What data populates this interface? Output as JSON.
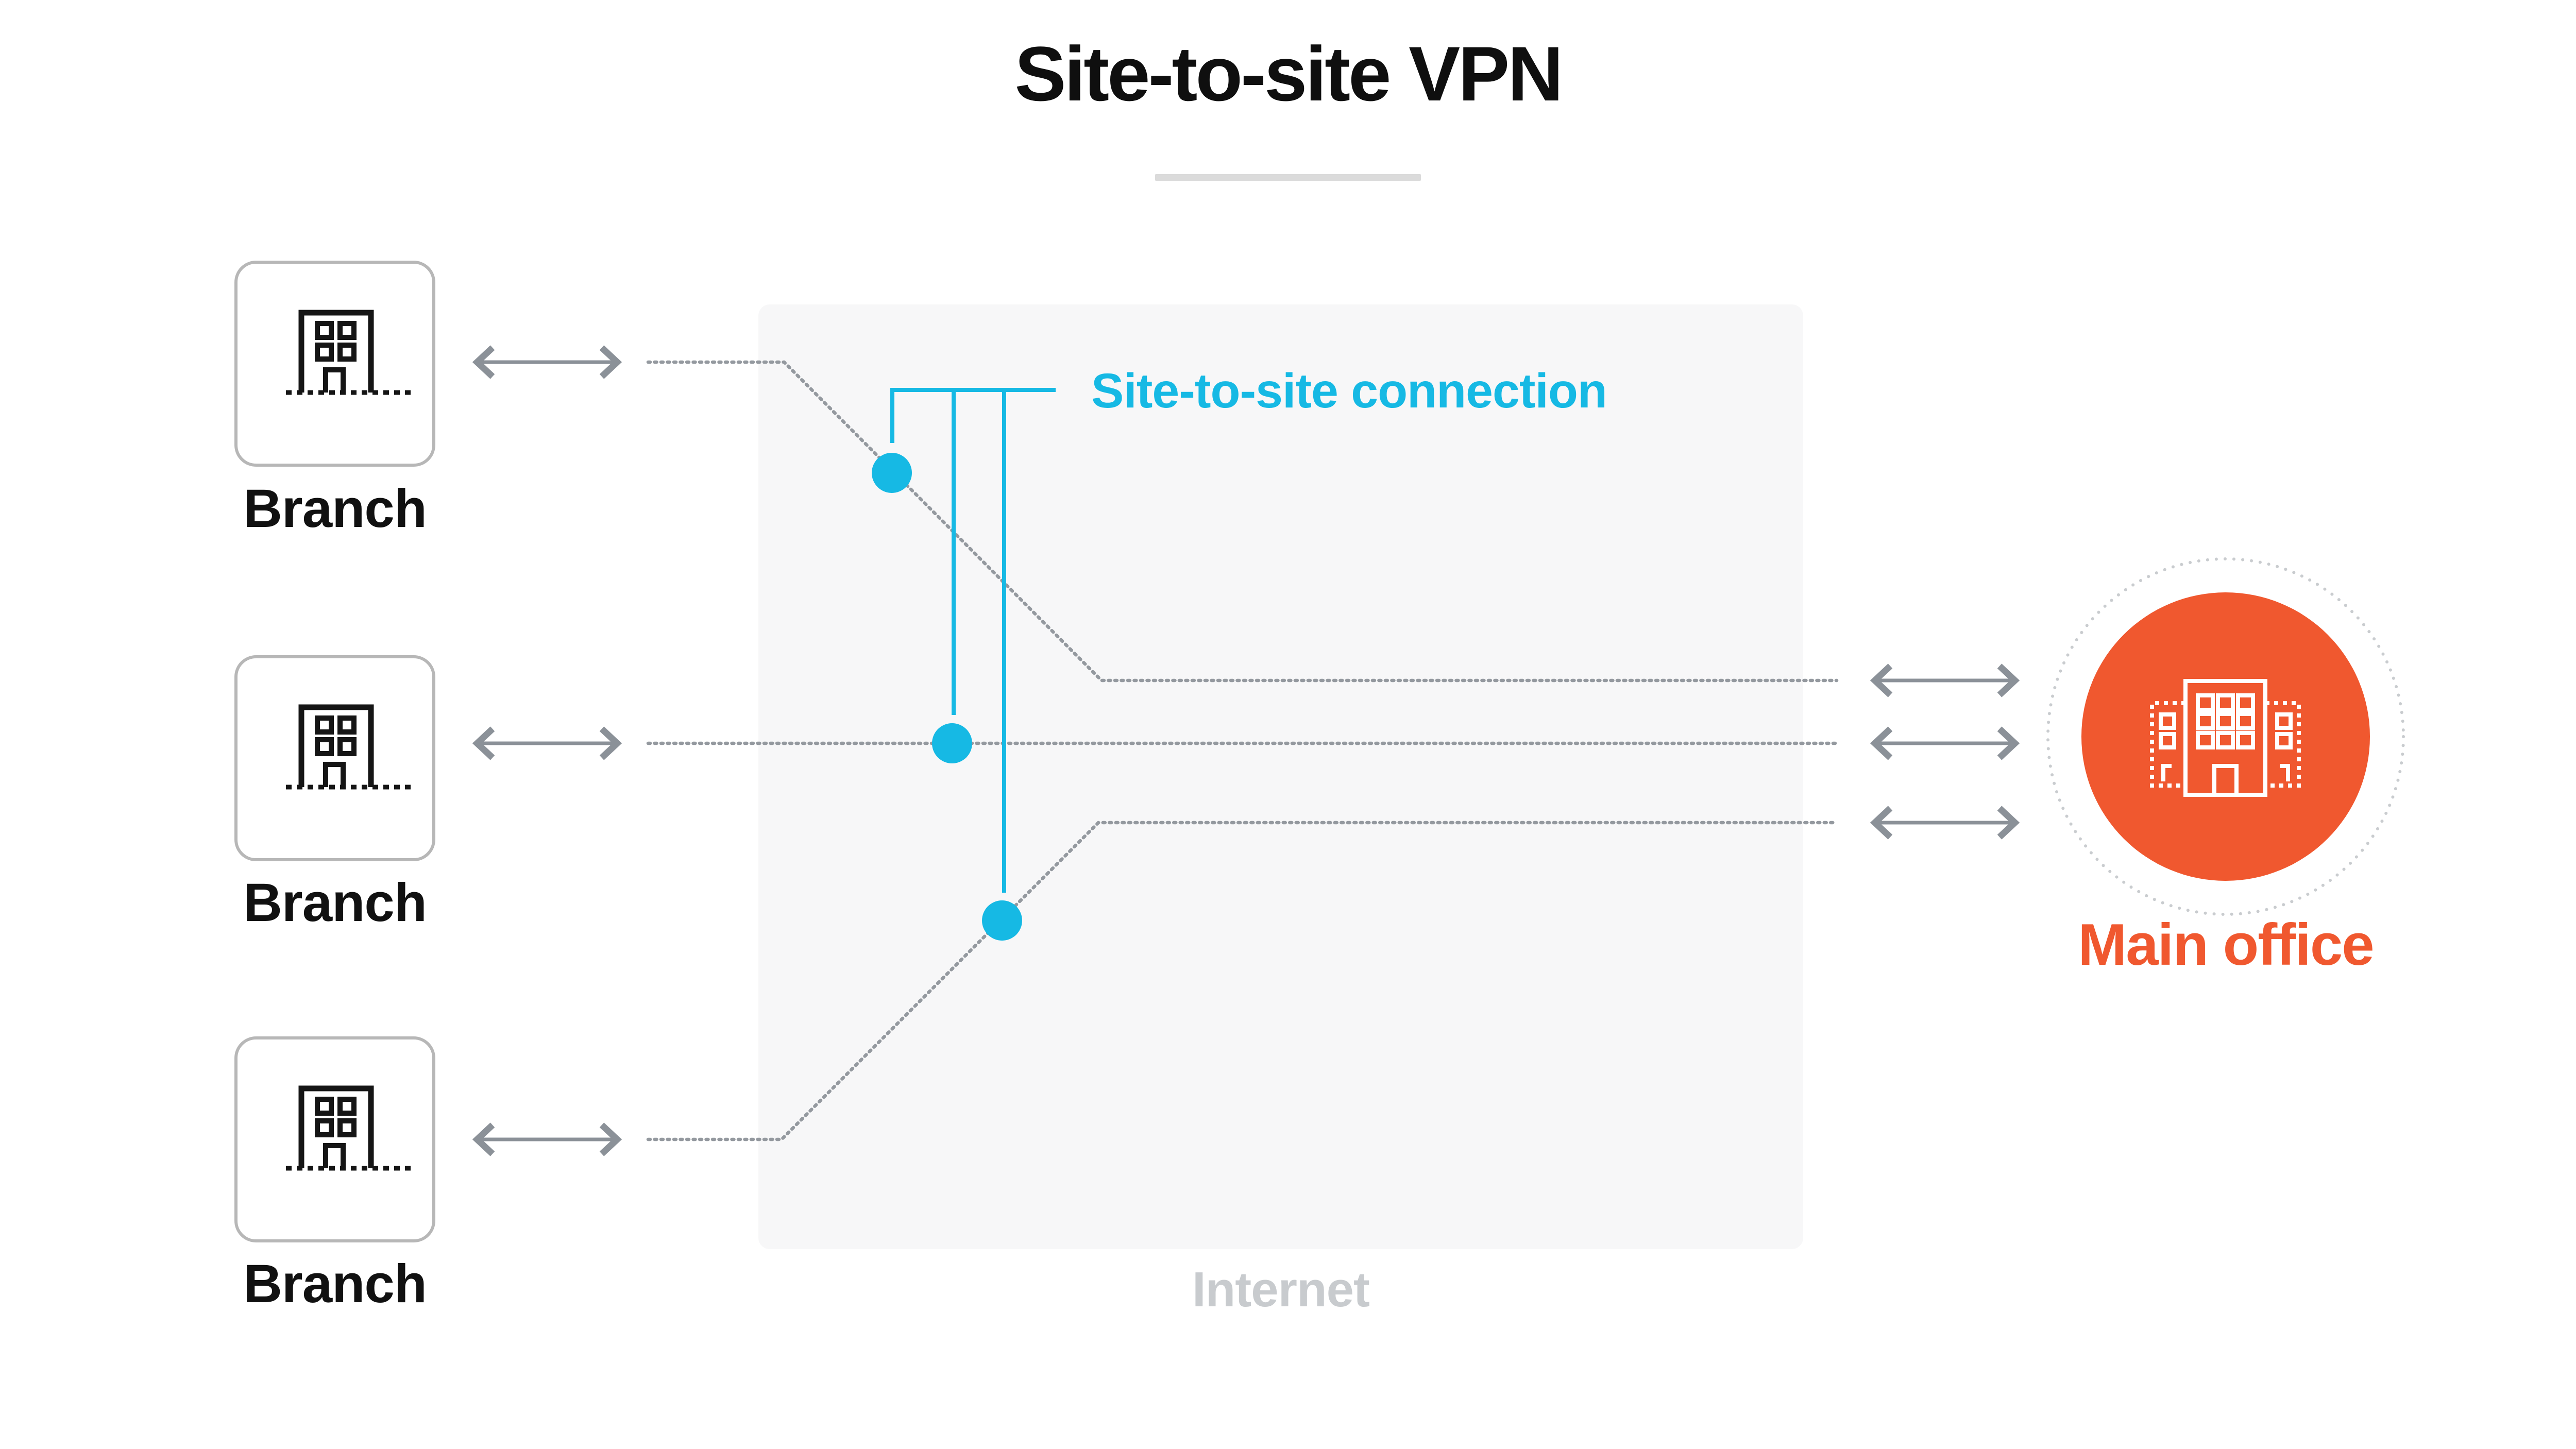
{
  "title": "Site-to-site VPN",
  "internet": {
    "label": "Internet"
  },
  "callout": {
    "label": "Site-to-site connection"
  },
  "nodes": {
    "branches": [
      {
        "label": "Branch"
      },
      {
        "label": "Branch"
      },
      {
        "label": "Branch"
      }
    ],
    "main_office": {
      "label": "Main office"
    }
  },
  "colors": {
    "connection_cyan": "#16b9e4",
    "main_office_orange": "#f0582f",
    "arrow_gray": "#8b9198",
    "dotted_path_gray": "#94999f",
    "dotted_ring_gray": "#c9cccf",
    "internet_box_bg": "#f7f7f8",
    "internet_label_gray": "#c8cbce",
    "card_border_gray": "#b7b7b7",
    "title_underline_gray": "#dbdbdb",
    "text_black": "#111111"
  },
  "icons": {
    "branch": "building-icon",
    "main_office": "office-building-icon",
    "arrows": "bidirectional-arrow-icon",
    "tunnel_points": "vpn-tunnel-dot"
  }
}
